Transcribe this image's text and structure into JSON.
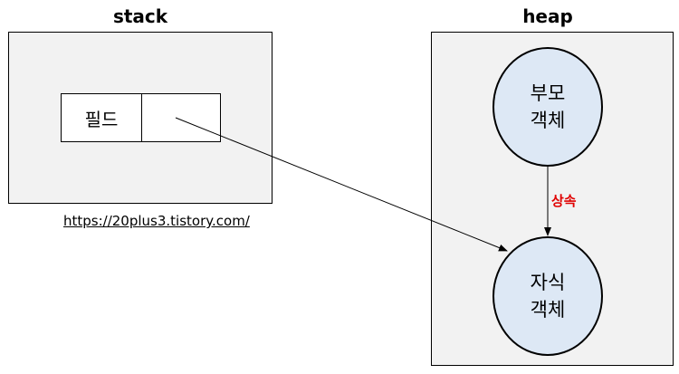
{
  "stack": {
    "title": "stack",
    "field_label": "필드"
  },
  "heap": {
    "title": "heap",
    "parent": {
      "line1": "부모",
      "line2": "객체"
    },
    "child": {
      "line1": "자식",
      "line2": "객체"
    },
    "relation_label": "상속",
    "relation_color": "#e00000",
    "node_fill": "#dde8f5"
  },
  "source_url": "https://20plus3.tistory.com/"
}
